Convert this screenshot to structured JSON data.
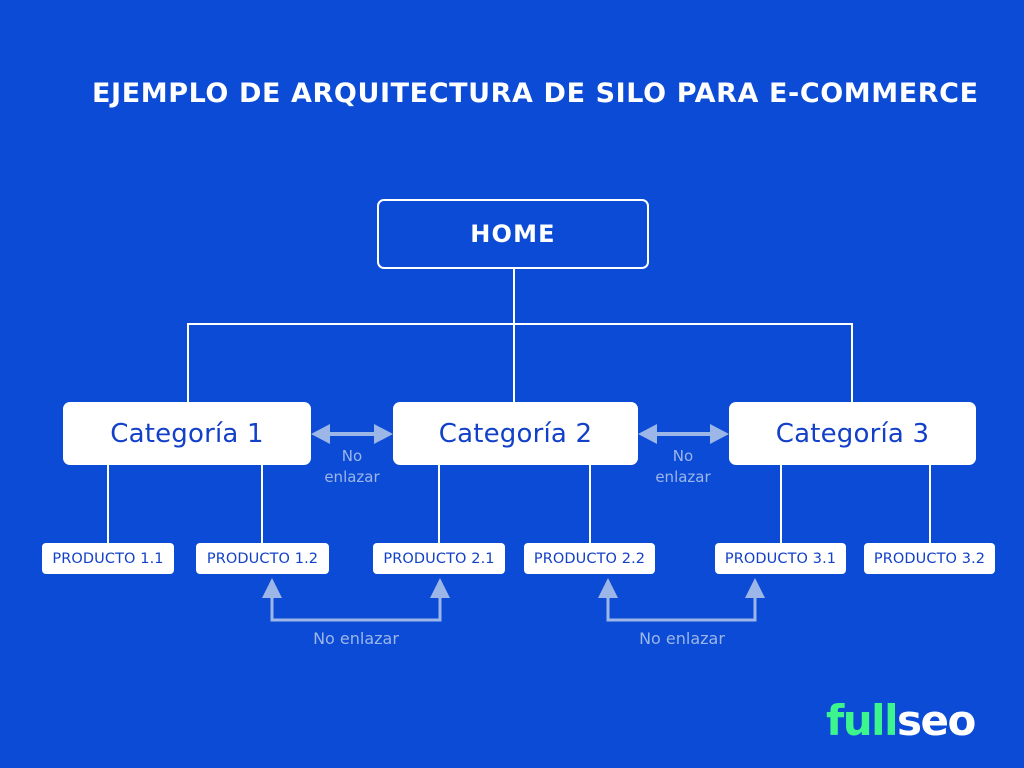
{
  "page": {
    "title": "EJEMPLO DE ARQUITECTURA DE SILO PARA E-COMMERCE",
    "background_color": "#0B4BD6",
    "box_fill_color": "#FFFFFF",
    "box_text_color": "#1240C8",
    "line_color": "#FFFFFF",
    "arrow_color": "#9DB6E8",
    "note_text_color": "#9DB6E8"
  },
  "diagram": {
    "root": {
      "label": "HOME"
    },
    "categories": [
      {
        "label": "Categoría 1"
      },
      {
        "label": "Categoría 2"
      },
      {
        "label": "Categoría 3"
      }
    ],
    "products": [
      {
        "label": "PRODUCTO 1.1"
      },
      {
        "label": "PRODUCTO 1.2"
      },
      {
        "label": "PRODUCTO 2.1"
      },
      {
        "label": "PRODUCTO 2.2"
      },
      {
        "label": "PRODUCTO 3.1"
      },
      {
        "label": "PRODUCTO 3.2"
      }
    ],
    "notes": [
      {
        "id": "cat-1-2",
        "line1": "No",
        "line2": "enlazar"
      },
      {
        "id": "cat-2-3",
        "line1": "No",
        "line2": "enlazar"
      },
      {
        "id": "prod-left",
        "text": "No enlazar"
      },
      {
        "id": "prod-right",
        "text": "No enlazar"
      }
    ]
  },
  "logo": {
    "part_green": "full",
    "part_white": "seo",
    "green_color": "#3CF58D",
    "white_color": "#FFFFFF"
  }
}
